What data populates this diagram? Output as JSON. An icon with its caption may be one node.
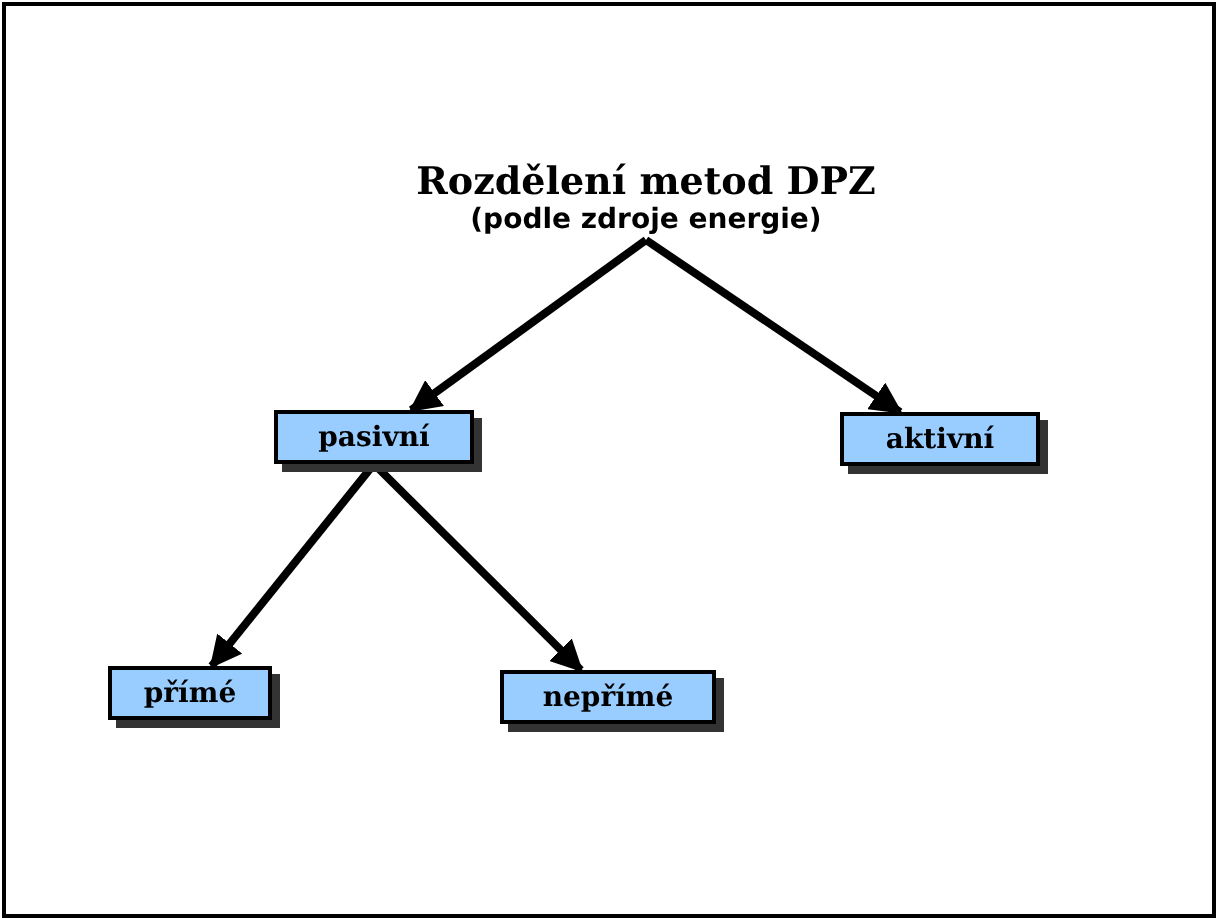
{
  "diagram": {
    "nodes": [
      {
        "text": [
          "Rozdělení metod DPZ",
          "(podle zdroje energie)"
        ]
      },
      {
        "text": [
          "pasivní"
        ]
      },
      {
        "text": [
          "aktivní"
        ]
      },
      {
        "text": [
          "přímé"
        ]
      },
      {
        "text": [
          "nepřímé"
        ]
      }
    ],
    "edges": [
      {
        "from": 0,
        "to": 1,
        "arrow": "to"
      },
      {
        "from": 0,
        "to": 2,
        "arrow": "to"
      },
      {
        "from": 1,
        "to": 3,
        "arrow": "to"
      },
      {
        "from": 1,
        "to": 4,
        "arrow": "to"
      }
    ]
  }
}
